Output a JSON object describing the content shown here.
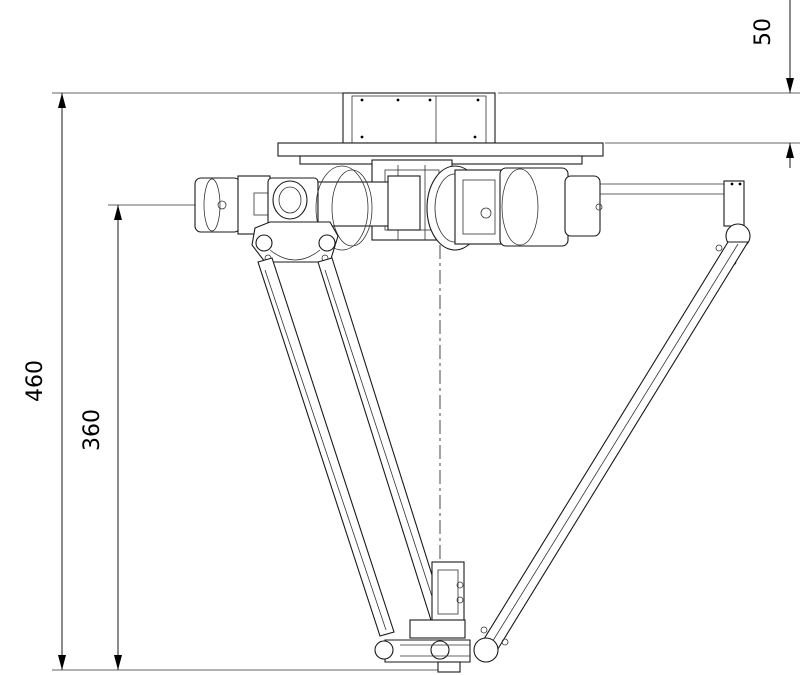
{
  "dimensions": {
    "total_height": "460",
    "arm_height": "360",
    "top_offset": "50"
  }
}
